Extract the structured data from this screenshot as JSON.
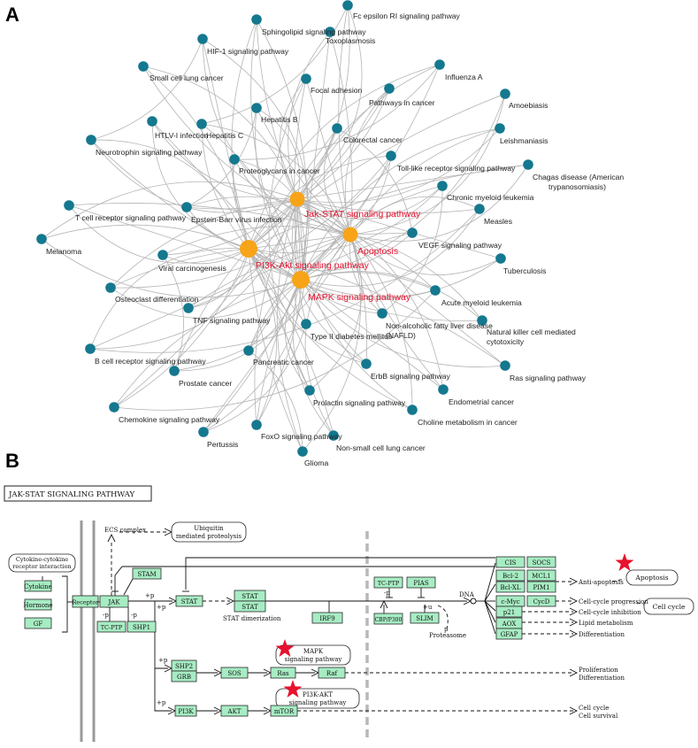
{
  "panels": {
    "a": "A",
    "b": "B"
  },
  "network": {
    "hubs": [
      {
        "id": "jak",
        "label": "Jak-STAT signaling pathway"
      },
      {
        "id": "apop",
        "label": "Apoptosis"
      },
      {
        "id": "pi3k",
        "label": "PI3K-Akt signaling pathway"
      },
      {
        "id": "mapk",
        "label": "MAPK signaling pathway"
      }
    ],
    "nodes": [
      {
        "id": "fc",
        "label": "Fc epsilon RI signaling pathway"
      },
      {
        "id": "toxo",
        "label": "Toxoplasmosis"
      },
      {
        "id": "sphingo",
        "label": "Sphingolipid signaling pathway"
      },
      {
        "id": "hif",
        "label": "HIF-1 signaling pathway"
      },
      {
        "id": "sclc",
        "label": "Small cell lung cancer"
      },
      {
        "id": "focal",
        "label": "Focal adhesion"
      },
      {
        "id": "flu",
        "label": "Influenza A"
      },
      {
        "id": "amoeb",
        "label": "Amoebiasis"
      },
      {
        "id": "pic",
        "label": "Pathways in cancer"
      },
      {
        "id": "hepb",
        "label": "Hepatitis B"
      },
      {
        "id": "htlv",
        "label": "HTLV-I infection"
      },
      {
        "id": "hepc",
        "label": "Hepatitis C"
      },
      {
        "id": "colo",
        "label": "Colorectal cancer"
      },
      {
        "id": "leish",
        "label": "Leishmaniasis"
      },
      {
        "id": "neuro",
        "label": "Neurotrophin signaling pathway"
      },
      {
        "id": "tlr",
        "label": "Toll-like receptor signaling pathway"
      },
      {
        "id": "chagas",
        "label": "Chagas disease (American trypanosomiasis)"
      },
      {
        "id": "proteo",
        "label": "Proteoglycans in cancer"
      },
      {
        "id": "cml",
        "label": "Chronic myeloid leukemia"
      },
      {
        "id": "tcr",
        "label": "T cell receptor signaling pathway"
      },
      {
        "id": "ebv",
        "label": "Epstein-Barr virus infection"
      },
      {
        "id": "measles",
        "label": "Measles"
      },
      {
        "id": "melan",
        "label": "Melanoma"
      },
      {
        "id": "vegf",
        "label": "VEGF signaling pathway"
      },
      {
        "id": "viral",
        "label": "Viral carcinogenesis"
      },
      {
        "id": "tb",
        "label": "Tuberculosis"
      },
      {
        "id": "osteo",
        "label": "Osteoclast differentiation"
      },
      {
        "id": "aml",
        "label": "Acute myeloid leukemia"
      },
      {
        "id": "tnf",
        "label": "TNF signaling pathway"
      },
      {
        "id": "nafld",
        "label": "Non-alcoholic fatty liver disease (NAFLD)"
      },
      {
        "id": "t2d",
        "label": "Type II diabetes mellitus"
      },
      {
        "id": "nk",
        "label": "Natural killer cell mediated cytotoxicity"
      },
      {
        "id": "bcr",
        "label": "B cell receptor signaling pathway"
      },
      {
        "id": "panc",
        "label": "Pancreatic cancer"
      },
      {
        "id": "ras",
        "label": "Ras signaling pathway"
      },
      {
        "id": "prost",
        "label": "Prostate cancer"
      },
      {
        "id": "erbb",
        "label": "ErbB signaling pathway"
      },
      {
        "id": "endo",
        "label": "Endometrial cancer"
      },
      {
        "id": "chemo",
        "label": "Chemokine signaling pathway"
      },
      {
        "id": "prl",
        "label": "Prolactin signaling pathway"
      },
      {
        "id": "choline",
        "label": "Choline metabolism in cancer"
      },
      {
        "id": "pert",
        "label": "Pertussis"
      },
      {
        "id": "foxo",
        "label": "FoxO signaling pathway"
      },
      {
        "id": "nsclc",
        "label": "Non-small cell lung cancer"
      },
      {
        "id": "glioma",
        "label": "Glioma"
      }
    ]
  },
  "pathway": {
    "title": "JAK-STAT SIGNALING PATHWAY",
    "genes": {
      "cytokine": "Cytokine",
      "hormone": "Hormone",
      "gf": "GF",
      "receptor": "Receptor",
      "jak": "JAK",
      "stam": "STAM",
      "tcptp": "TC-PTP",
      "shp1": "SHP1",
      "stat": "STAT",
      "stat_dimer_a": "STAT",
      "stat_dimer_b": "STAT",
      "irf9": "IRF9",
      "tcptp_n": "TC-PTP",
      "pias": "PIAS",
      "cbp": "CBP/P300",
      "slim": "SLIM",
      "cis": "CIS",
      "socs": "SOCS",
      "bcl2": "Bcl-2",
      "mcl1": "MCL1",
      "bclxl": "Bcl-XL",
      "pim1": "PIM1",
      "cmyc": "c-Myc",
      "cycd": "CycD",
      "p21": "p21",
      "aox": "AOX",
      "gfap": "GFAP",
      "shp2": "SHP2",
      "grb": "GRB",
      "sos": "SOS",
      "ras": "Ras",
      "raf": "Raf",
      "pi3k": "PI3K",
      "akt": "AKT",
      "mtor": "mTOR"
    },
    "texts": {
      "ecs": "ECS complex",
      "ubiq_1": "Ubiquitin",
      "ubiq_2": "mediated proteolysis",
      "cci_1": "Cytokine-cytokine",
      "cci_2": "receptor interaction",
      "stat_dimerization": "STAT dimerization",
      "dna": "DNA",
      "proteasome": "Proteasome",
      "p_plus_1": "+p",
      "p_plus_2": "+p",
      "p_plus_3": "+p",
      "p_plus_4": "+p",
      "p_minus_1": "-p",
      "p_minus_2": "-p",
      "p_minus_3": "-p",
      "u_plus": "+u",
      "p_small": "p",
      "anti_apoptosis": "Anti-apoptosis",
      "cc_progression": "Cell-cycle progression",
      "cc_inhibition": "Cell-cycle inhibition",
      "lipid": "Lipid metabolism",
      "differentiation": "Differentiation",
      "prolif_1": "Proliferation",
      "prolif_2": "Differentiation",
      "cellcycle_1": "Cell cycle",
      "cellcycle_2": "Cell survival",
      "mapk_1": "MAPK",
      "mapk_2": "signaling pathway",
      "pi3k_1": "PI3K-AKT",
      "pi3k_2": "signaling pathway",
      "apoptosis_box": "Apoptosis",
      "cellcycle_box": "Cell cycle"
    }
  }
}
